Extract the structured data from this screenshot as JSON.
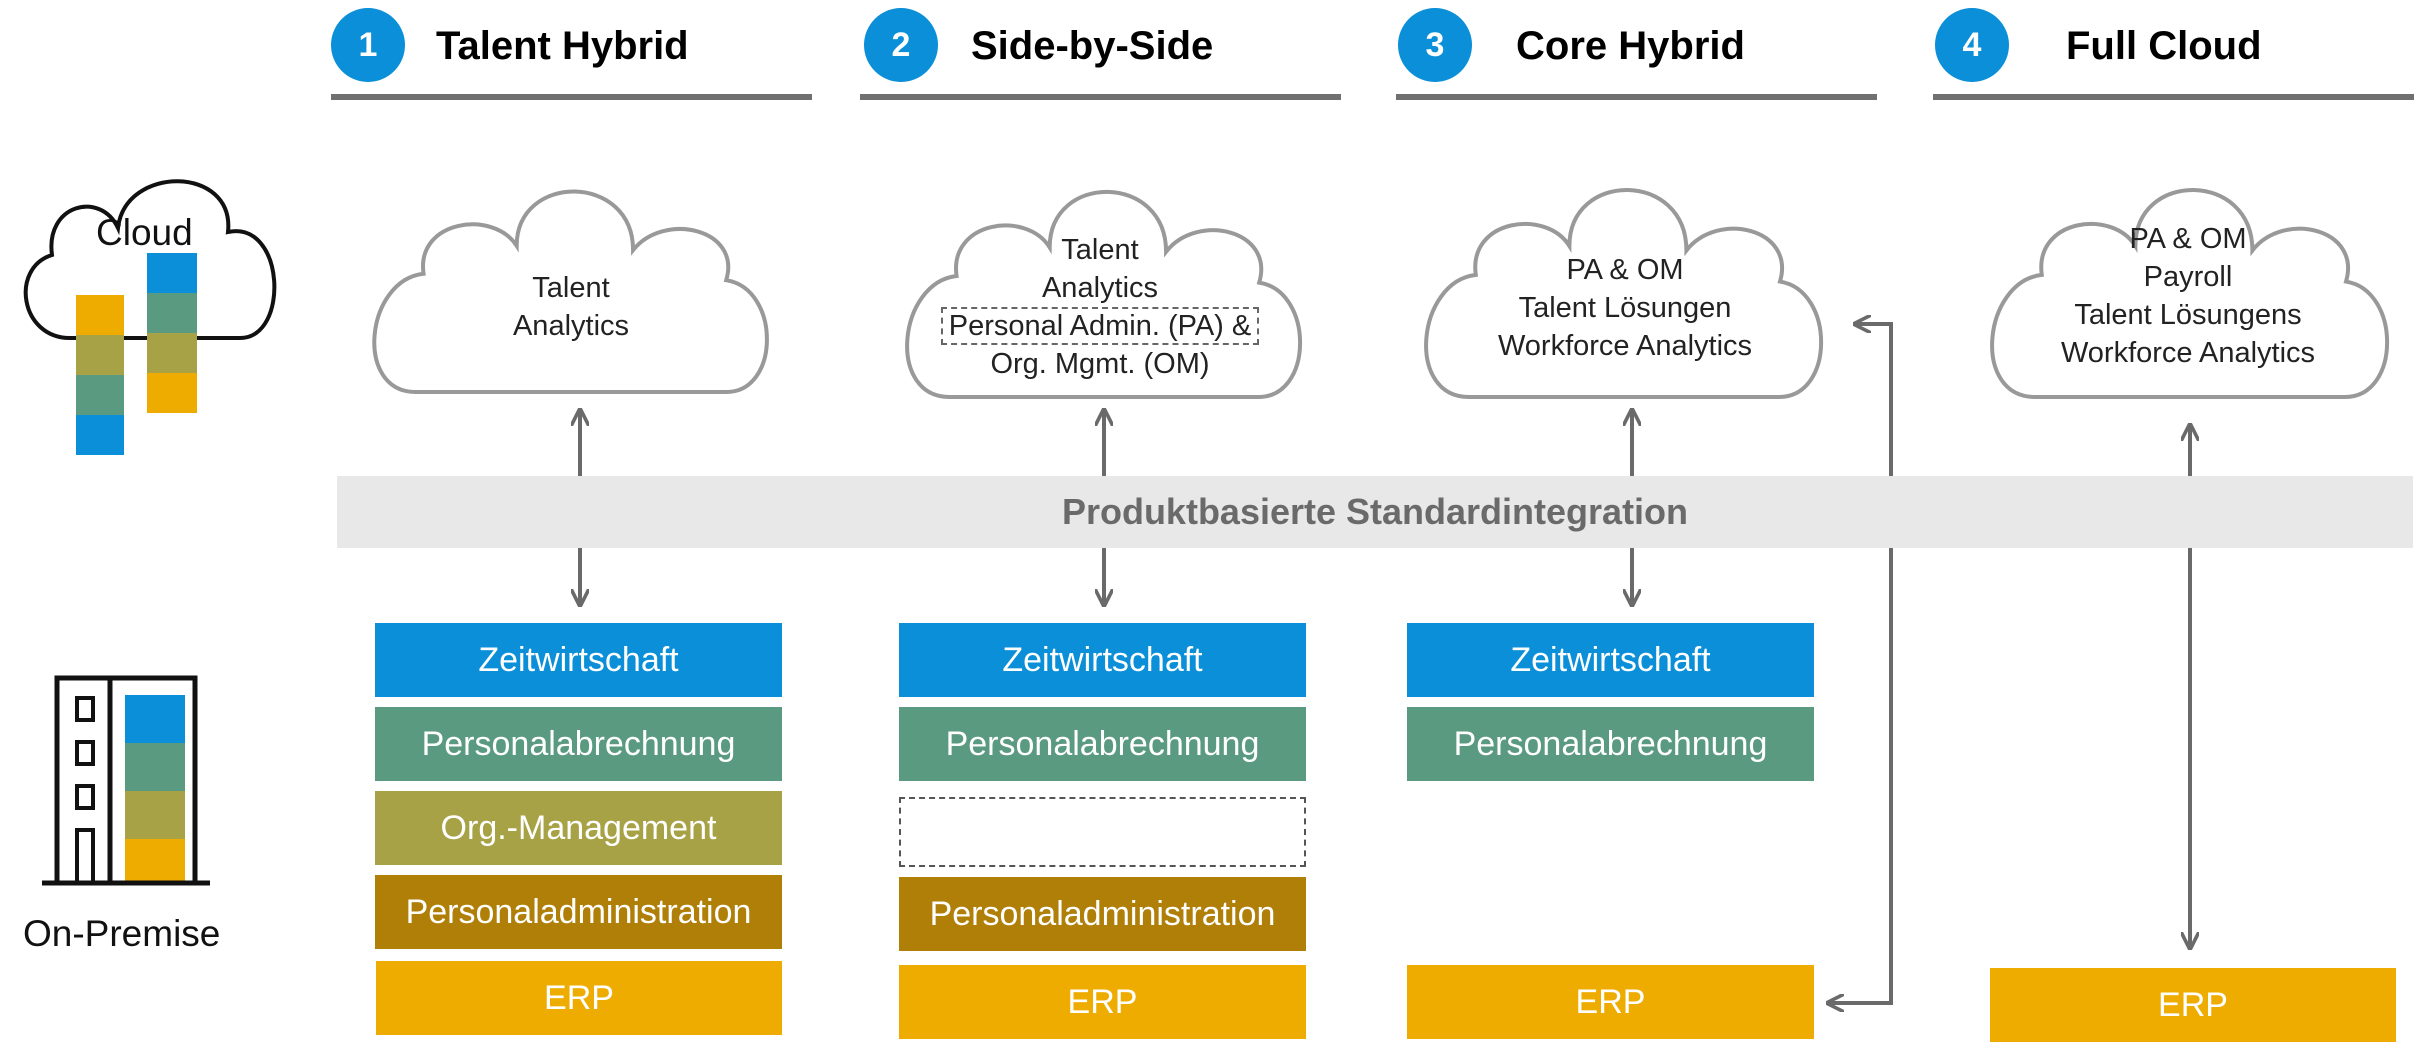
{
  "scenarios": [
    {
      "number": "1",
      "title": "Talent Hybrid",
      "cloud_lines": [
        "Talent",
        "Analytics"
      ],
      "modules": [
        "Zeitwirtschaft",
        "Personalabrechnung",
        "Org.-Management",
        "Personaladministration",
        "ERP"
      ]
    },
    {
      "number": "2",
      "title": "Side-by-Side",
      "cloud_lines": [
        "Talent",
        "Analytics",
        "Personal Admin. (PA) &",
        "Org. Mgmt. (OM)"
      ],
      "modules": [
        "Zeitwirtschaft",
        "Personalabrechnung",
        "",
        "Personaladministration",
        "ERP"
      ]
    },
    {
      "number": "3",
      "title": "Core Hybrid",
      "cloud_lines": [
        "PA & OM",
        "Talent Lösungen",
        "Workforce Analytics"
      ],
      "modules": [
        "Zeitwirtschaft",
        "Personalabrechnung",
        "ERP"
      ]
    },
    {
      "number": "4",
      "title": "Full Cloud",
      "cloud_lines": [
        "PA & OM",
        "Payroll",
        "Talent Lösungens",
        "Workforce Analytics"
      ],
      "modules": [
        "ERP"
      ]
    }
  ],
  "integration_band": "Produktbasierte Standardintegration",
  "left_labels": {
    "cloud": "Cloud",
    "on_premise": "On-Premise"
  },
  "colors": {
    "accent_blue": "#0a8fd8",
    "green": "#5a9a80",
    "olive": "#a8a247",
    "brown": "#b07f08",
    "yellow": "#efac00",
    "rule_gray": "#707070",
    "band_gray": "#e8e8e8"
  },
  "icons": [
    "cloud-icon",
    "building-icon"
  ]
}
